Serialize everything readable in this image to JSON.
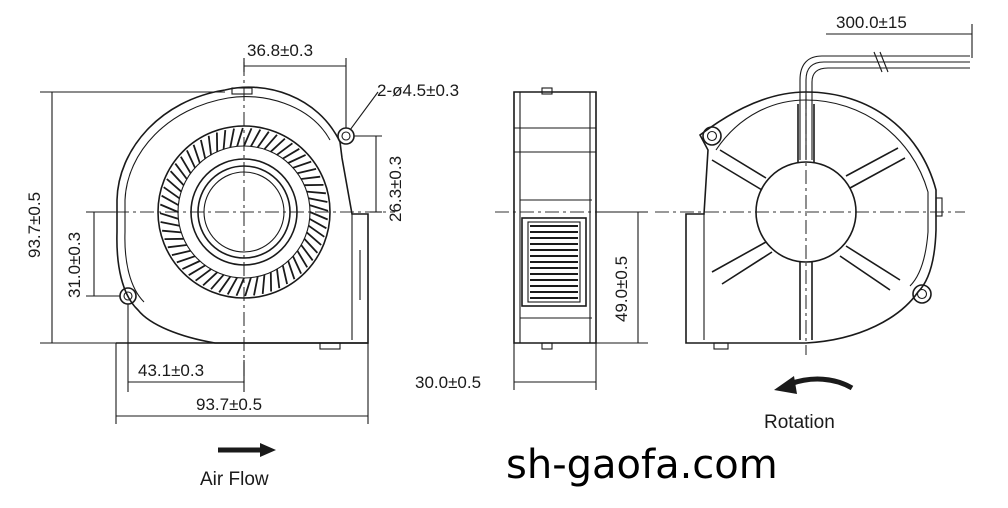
{
  "front_view": {
    "dim_hole_spacing_h": "36.8±0.3",
    "dim_hole_callout": "2-ø4.5±0.3",
    "dim_hole_offset_v": "26.3±0.3",
    "dim_overall_height": "93.7±0.5",
    "dim_hole_spacing_v": "31.0±0.3",
    "dim_hole_to_center": "43.1±0.3",
    "dim_overall_width": "93.7±0.5",
    "airflow_label": "Air Flow"
  },
  "side_view": {
    "dim_outlet_height": "49.0±0.5",
    "dim_thickness": "30.0±0.5"
  },
  "back_view": {
    "dim_lead_length": "300.0±15",
    "rotation_label": "Rotation"
  },
  "watermark": "sh-gaofa.com"
}
